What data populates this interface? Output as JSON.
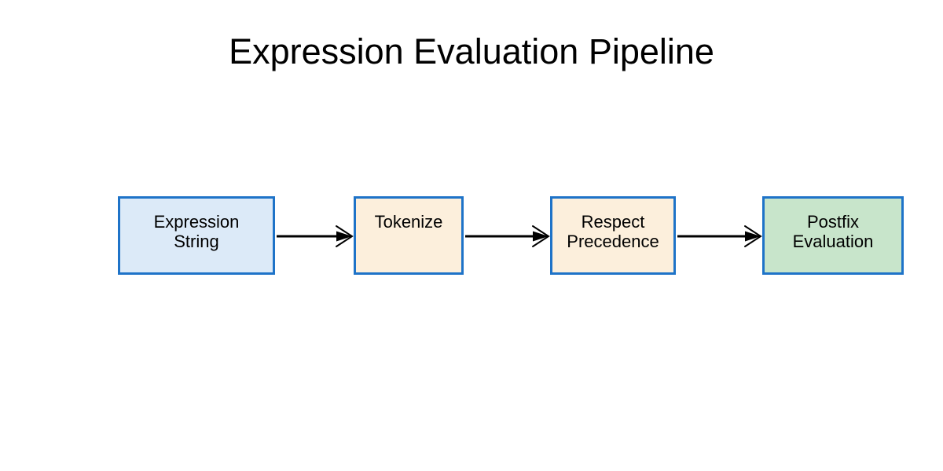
{
  "title": "Expression Evaluation Pipeline",
  "nodes": [
    {
      "id": "expression-string",
      "label": "Expression\nString",
      "fill": "#DCEAF8"
    },
    {
      "id": "tokenize",
      "label": "Tokenize",
      "fill": "#FCEFDC"
    },
    {
      "id": "respect-precedence",
      "label": "Respect\nPrecedence",
      "fill": "#FCEFDC"
    },
    {
      "id": "postfix-evaluation",
      "label": "Postfix\nEvaluation",
      "fill": "#C8E5CB"
    }
  ],
  "colors": {
    "background": "#FFFFFF",
    "node_border": "#1E73C8",
    "arrow": "#000000",
    "text": "#000000"
  }
}
